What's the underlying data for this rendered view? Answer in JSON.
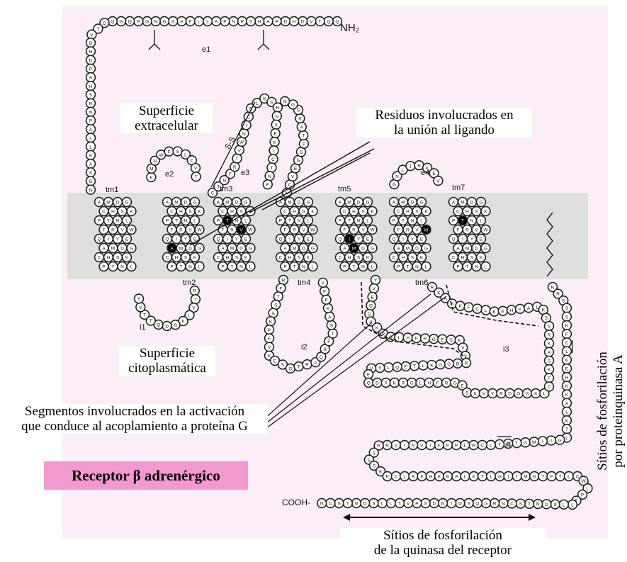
{
  "colors": {
    "background_panel": "#fbeef6",
    "membrane": "#dcdcdc",
    "title_box": "#f29ad0",
    "residue_fill": "#ffffff",
    "residue_highlight": "#000000",
    "stroke": "#222222"
  },
  "labels": {
    "nh2": "NH₂",
    "cooh": "COOH-",
    "surface_extracellular": [
      "Superficie",
      "extracelular"
    ],
    "ligand_residues": [
      "Residuos involucrados en",
      "la unión al ligando"
    ],
    "surface_cytoplasmic": [
      "Superficie",
      "citoplasmática"
    ],
    "activation_segments": [
      "Segmentos involucrados en la activación",
      "que conduce al acoplamiento a proteína G"
    ],
    "title": "Receptor β adrenérgico",
    "pka_sites": [
      "Sítios de fosforilación",
      "por proteinquinasa A"
    ],
    "receptor_kinase_sites": [
      "Sítios de fosforilación",
      "de la quinasa del receptor"
    ]
  },
  "regions": {
    "e1": "e1",
    "e2": "e2",
    "e3": "e3",
    "e4": "e4",
    "tm1": "tm1",
    "tm2": "tm2",
    "tm3": "tm3",
    "tm4": "tm4",
    "tm5": "tm5",
    "tm6": "tm6",
    "tm7": "tm7",
    "i1": "i1",
    "i2": "i2",
    "i3": "i3",
    "i4": "i4",
    "ss": "S-S"
  },
  "sequences": {
    "n_terminus": "GQPGNGSAFLLAPNRSHAPDHDVTQQ",
    "c_terminus": "LLSDNTSCNRGQSDINDSPVT"
  }
}
